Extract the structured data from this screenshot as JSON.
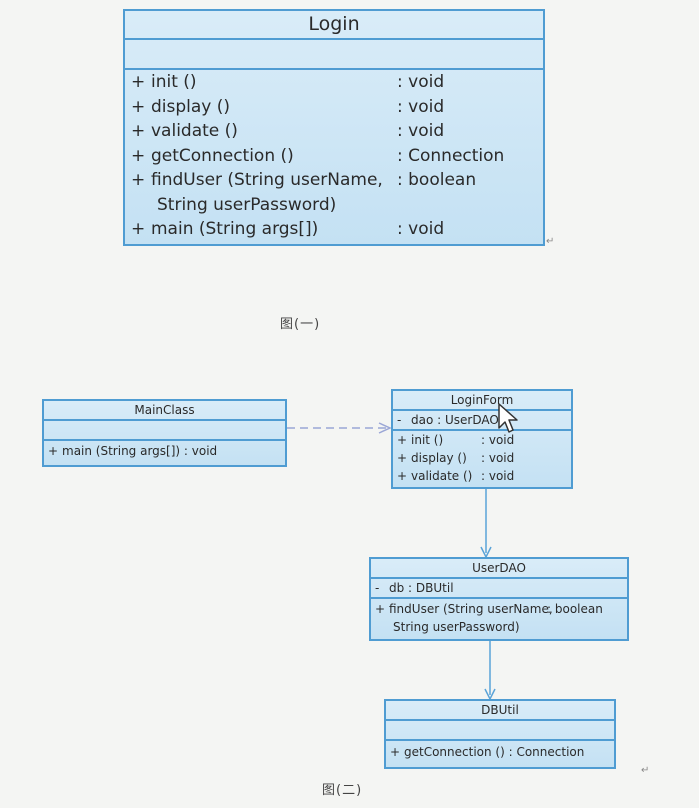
{
  "figure1": {
    "login": {
      "name": "Login",
      "operations": [
        {
          "vis": "+",
          "sig": "init ()",
          "ret": ": void"
        },
        {
          "vis": "+",
          "sig": "display ()",
          "ret": ": void"
        },
        {
          "vis": "+",
          "sig": "validate ()",
          "ret": ": void"
        },
        {
          "vis": "+",
          "sig": "getConnection ()",
          "ret": ": Connection"
        },
        {
          "vis": "+",
          "sig": "findUser (String userName,",
          "ret": ": boolean"
        },
        {
          "vis": "",
          "sig": "String userPassword)",
          "ret": ""
        },
        {
          "vis": "+",
          "sig": "main (String args[])",
          "ret": ": void"
        }
      ]
    },
    "caption": "图(一)"
  },
  "figure2": {
    "mainclass": {
      "name": "MainClass",
      "operations": [
        {
          "vis": "+",
          "sig": "main (String args[]) : void"
        }
      ]
    },
    "loginform": {
      "name": "LoginForm",
      "attributes": [
        {
          "vis": "-",
          "sig": "dao : UserDAO"
        }
      ],
      "operations": [
        {
          "vis": "+",
          "sig": "init ()",
          "ret": ": void"
        },
        {
          "vis": "+",
          "sig": "display ()",
          "ret": ": void"
        },
        {
          "vis": "+",
          "sig": "validate ()",
          "ret": ": void"
        }
      ]
    },
    "userdao": {
      "name": "UserDAO",
      "attributes": [
        {
          "vis": "-",
          "sig": "db : DBUtil"
        }
      ],
      "operations": [
        {
          "vis": "+",
          "sig": "findUser (String userName,",
          "ret": ": boolean"
        },
        {
          "vis": "",
          "sig": "String userPassword)",
          "ret": ""
        }
      ]
    },
    "dbutil": {
      "name": "DBUtil",
      "operations": [
        {
          "vis": "+",
          "sig": "getConnection () : Connection"
        }
      ]
    },
    "caption": "图(二)"
  },
  "colors": {
    "box_border": "#4f9cd2",
    "box_fill": "#c4e1f3",
    "dependency_line": "#9aa6d6",
    "association_line": "#5aa3d8"
  },
  "icons": {
    "cursor": "mouse-pointer-icon",
    "paragraph_mark": "↵"
  }
}
